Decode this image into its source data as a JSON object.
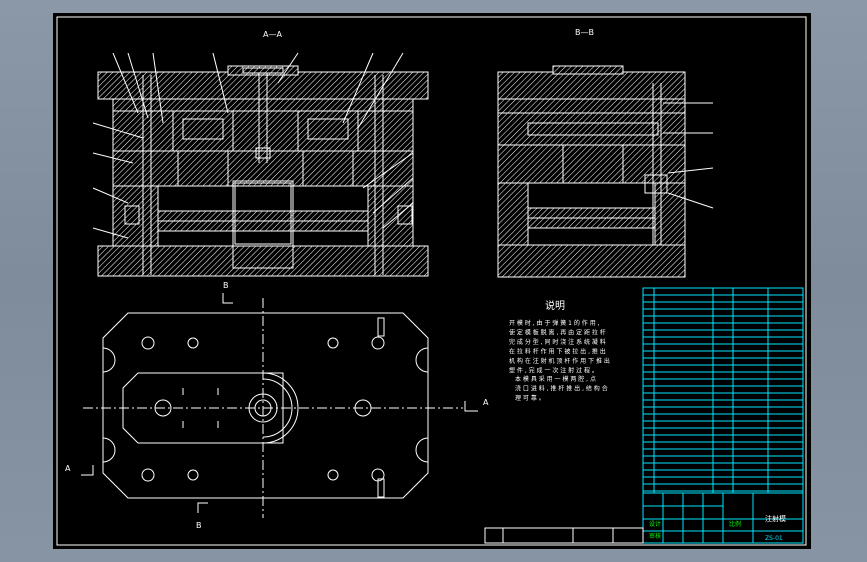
{
  "views": {
    "section_aa": "A—A",
    "section_bb": "B—B",
    "mark_a": "A",
    "mark_b": "B"
  },
  "notes": {
    "title": "说明",
    "p1": [
      "开 模 时 , 由 于 弹 簧 1 的 作 用 ,",
      "使 定 模 板 脱 离 , 再 由 定 距 拉 杆",
      "完 成 分 型 , 同 时 浇 注 系 统 凝 料",
      "在 拉 料 杆 作 用 下 被 拉 出 , 推 出",
      "机 构 在 注 射 机 顶 杆 作 用 下 推 出",
      "塑 件 , 完 成 一 次 注 射 过 程 。"
    ],
    "p2": [
      "本 模 具 采 用 一 模 两 腔 , 点",
      "浇 口 进 料 , 推 杆 推 出 , 结 构 合",
      "理 可 靠 。"
    ]
  },
  "title_block": {
    "designer_label": "设计",
    "checker_label": "审核",
    "scale_label": "比例",
    "drawing_title": "注射模",
    "drawing_no": "ZS-01"
  },
  "colors": {
    "background": "#7e8c9c",
    "sheet": "#000000",
    "lines": "#ffffff",
    "table_lines": "#00e5ff",
    "text_yellow": "#ffff00",
    "text_green": "#00ff00"
  }
}
